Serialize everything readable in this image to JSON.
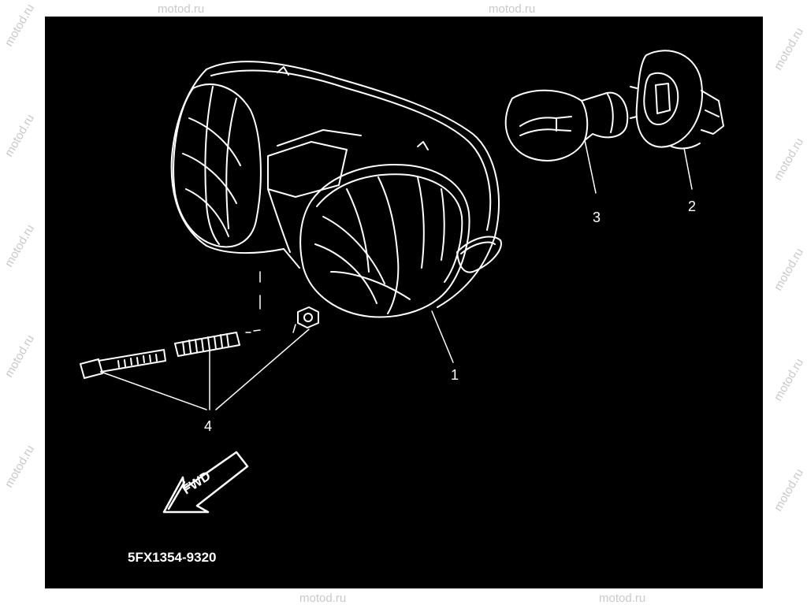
{
  "watermark": "motod.ru",
  "callouts": {
    "c1": "1",
    "c2": "2",
    "c3": "3",
    "c4": "4"
  },
  "fwd_label": "FWD",
  "part_code": "5FX1354-9320",
  "colors": {
    "panel": "#000000",
    "line": "#ffffff",
    "page": "#ffffff",
    "watermark": "#c9c9c9"
  }
}
